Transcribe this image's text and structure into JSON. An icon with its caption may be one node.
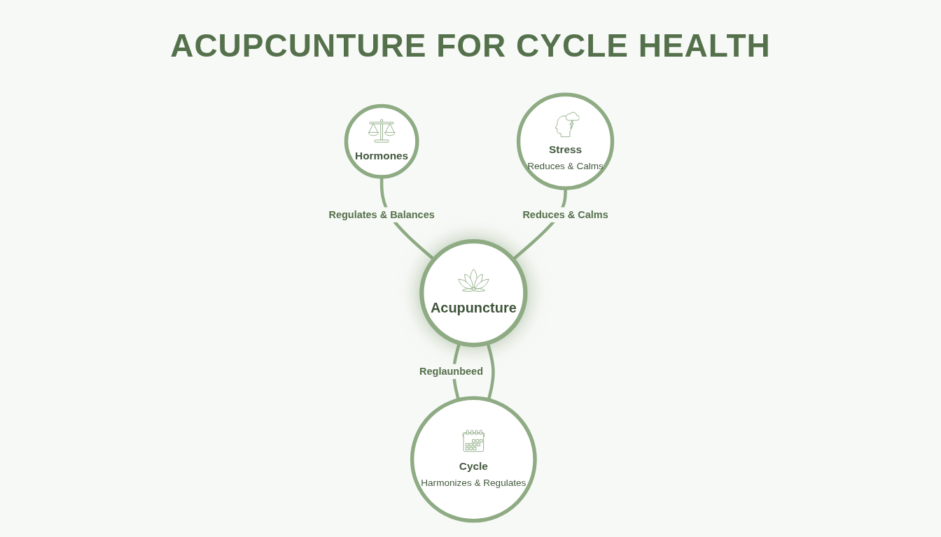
{
  "diagram": {
    "title": "ACUPCUNTURE FOR CYCLE HEALTH",
    "nodes": [
      {
        "text": [
          "Hormones"
        ]
      },
      {
        "text": [
          "Acupuncture"
        ]
      },
      {
        "text": [
          "Stress",
          "Reduces & Calms"
        ]
      },
      {
        "text": [
          "Cycle",
          "Harmonizes & Regulates"
        ]
      }
    ],
    "edges": [
      {
        "from": 0,
        "to": 1,
        "arrow": "none",
        "label": "Regulates & Balances"
      },
      {
        "from": 2,
        "to": 1,
        "arrow": "none",
        "label": "Reduces & Calms"
      },
      {
        "from": 1,
        "to": 3,
        "arrow": "none",
        "label": "Reglaunbeed"
      },
      {
        "from": 1,
        "to": 3,
        "arrow": "none"
      }
    ]
  }
}
